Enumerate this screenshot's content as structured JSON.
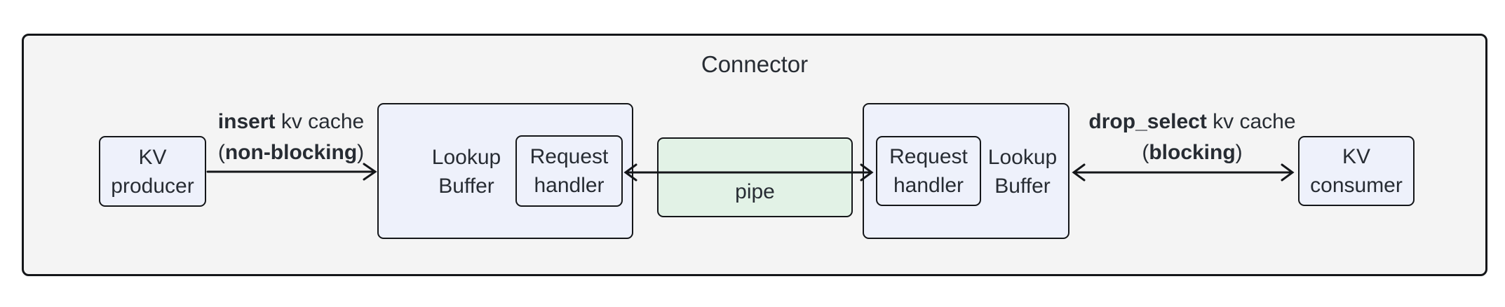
{
  "diagram": {
    "title": "Connector",
    "colors": {
      "page_background": "#ffffff",
      "container_fill": "#f4f4f4",
      "node_fill": "#eef1fb",
      "pipe_fill": "#e2f2e6",
      "line": "#141619",
      "text": "#272c33"
    },
    "nodes": {
      "kv_producer": {
        "line1": "KV",
        "line2": "producer"
      },
      "lookup_buffer_left": {
        "line1": "Lookup",
        "line2": "Buffer"
      },
      "request_handler_left": {
        "line1": "Request",
        "line2": "handler"
      },
      "pipe": {
        "label": "pipe"
      },
      "request_handler_right": {
        "line1": "Request",
        "line2": "handler"
      },
      "lookup_buffer_right": {
        "line1": "Lookup",
        "line2": "Buffer"
      },
      "kv_consumer": {
        "line1": "KV",
        "line2": "consumer"
      }
    },
    "edges": {
      "insert": {
        "verb": "insert",
        "object": " kv cache",
        "paren_open": "(",
        "mode": "non-blocking",
        "paren_close": ")"
      },
      "drop_select": {
        "verb": "drop_select",
        "object": " kv cache",
        "paren_open": "(",
        "mode": "blocking",
        "paren_close": ")"
      }
    }
  }
}
